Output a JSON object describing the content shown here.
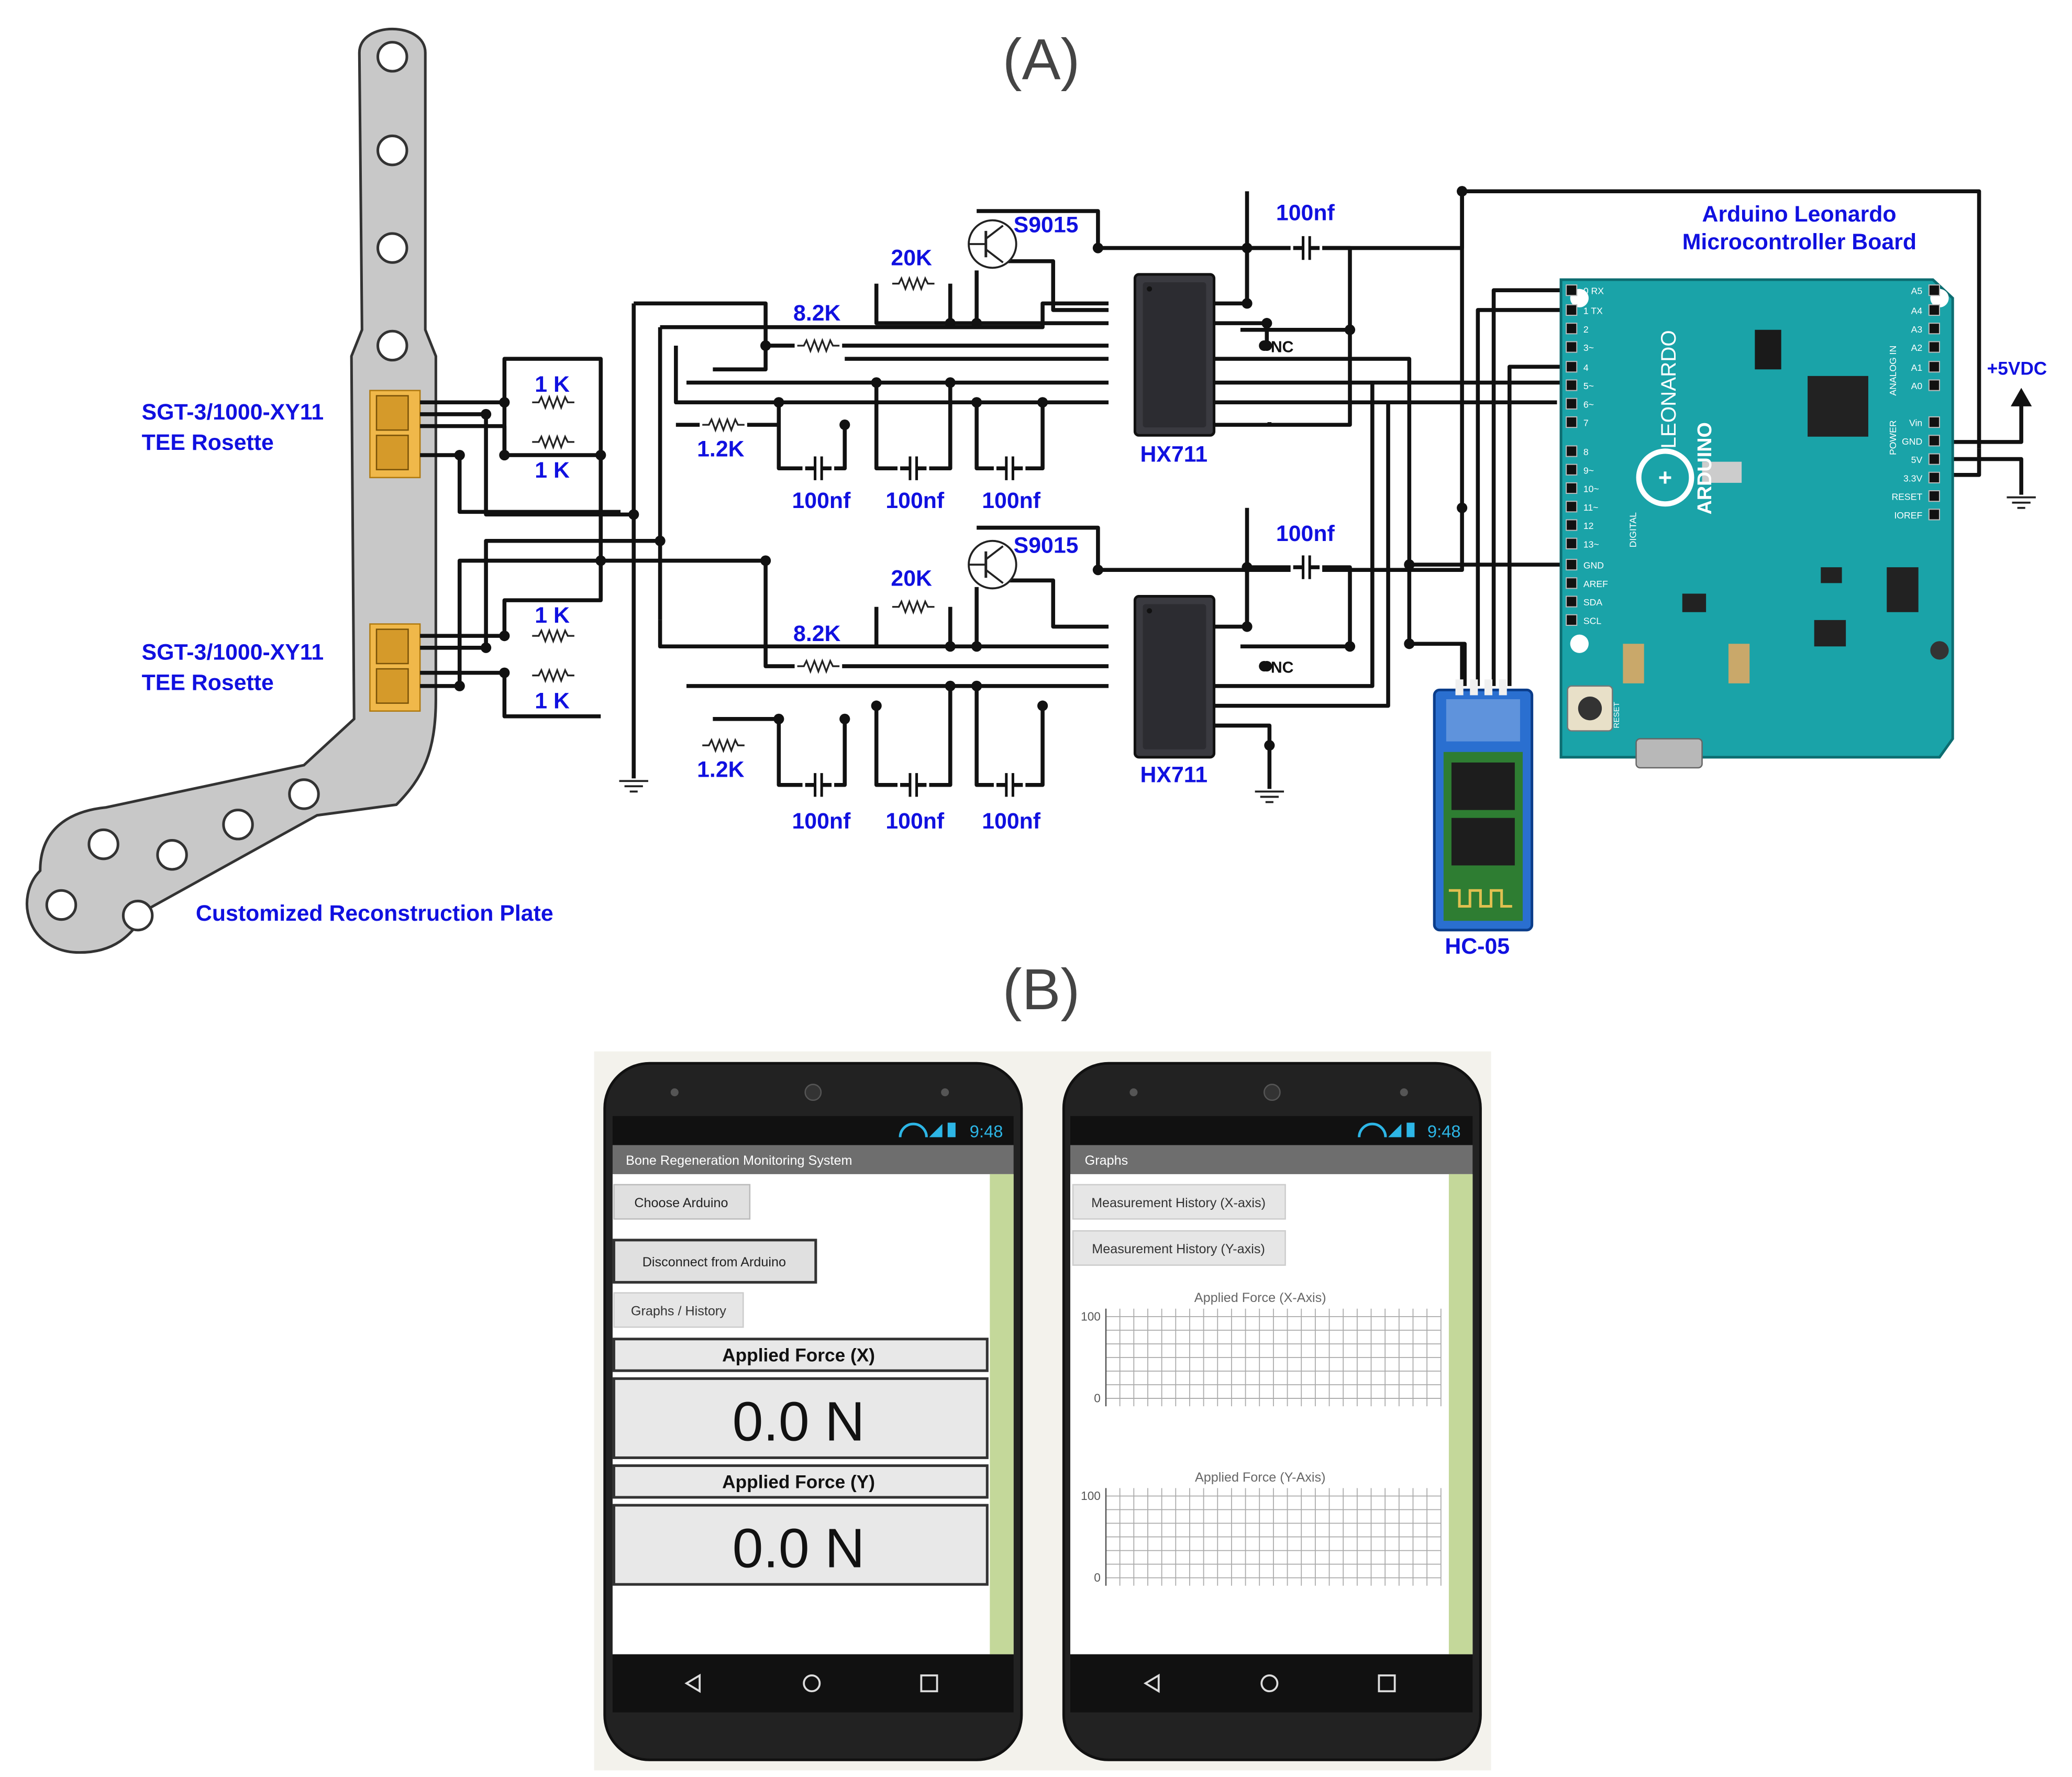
{
  "panel_a": {
    "label": "(A)",
    "plate_label": "Customized Reconstruction Plate",
    "rosette_1": {
      "line1": "SGT-3/1000-XY11",
      "line2": "TEE Rosette"
    },
    "rosette_2": {
      "line1": "SGT-3/1000-XY11",
      "line2": "TEE Rosette"
    },
    "resistor_1k": "1 K",
    "resistor_1k_b": "1 K",
    "resistor_8k2": "8.2K",
    "resistor_20k": "20K",
    "resistor_1k2": "1.2K",
    "cap_100nf": "100nf",
    "transistor": "S9015",
    "amplifier": "HX711",
    "nc": "NC",
    "arduino_title_1": "Arduino Leonardo",
    "arduino_title_2": "Microcontroller Board",
    "bluetooth": "HC-05",
    "supply": "+5VDC",
    "board_texts": {
      "brand": "ARDUINO",
      "model": "LEONARDO",
      "reset": "RESET",
      "power": "POWER",
      "analog": "ANALOG IN",
      "digital": "DIGITAL"
    },
    "pin_labels_left": [
      "0 RX",
      "1 TX",
      "2",
      "3~",
      "4",
      "5~",
      "6~",
      "7",
      "8",
      "9~",
      "10~",
      "11~",
      "12",
      "13~",
      "GND",
      "AREF",
      "SDA",
      "SCL"
    ],
    "pin_labels_right": [
      "A5",
      "A4",
      "A3",
      "A2",
      "A1",
      "A0",
      "Vin",
      "GND",
      "5V",
      "3.3V",
      "RESET",
      "IOREF"
    ]
  },
  "panel_b": {
    "label": "(B)",
    "status_time": "9:48",
    "phone_1": {
      "title": "Bone Regeneration Monitoring System",
      "btn_choose": "Choose Arduino",
      "btn_disconnect": "Disconnect from Arduino",
      "btn_graphs": "Graphs / History",
      "force_x_label": "Applied Force (X)",
      "force_x_value": "0.0 N",
      "force_y_label": "Applied Force (Y)",
      "force_y_value": "0.0 N"
    },
    "phone_2": {
      "title": "Graphs",
      "btn_hist_x": "Measurement History (X-axis)",
      "btn_hist_y": "Measurement History (Y-axis)"
    }
  },
  "chart_data": [
    {
      "type": "line",
      "title": "Applied Force (X-Axis)",
      "ylim": [
        0,
        100
      ],
      "y_ticks": [
        "100",
        "0"
      ],
      "grid": true,
      "series": []
    },
    {
      "type": "line",
      "title": "Applied Force (Y-Axis)",
      "ylim": [
        0,
        100
      ],
      "y_ticks": [
        "100",
        "0"
      ],
      "grid": true,
      "series": []
    }
  ],
  "colors": {
    "label_blue": "#1010e0",
    "arduino_teal": "#1aa3a8",
    "plate_gray": "#c8c8c8",
    "gauge_orange": "#f0b84a",
    "chip_dark": "#303036",
    "phone_body": "#222222",
    "app_bar": "#6e6e6e",
    "side_green": "#c4d89a",
    "status_blue": "#2db6e6"
  }
}
